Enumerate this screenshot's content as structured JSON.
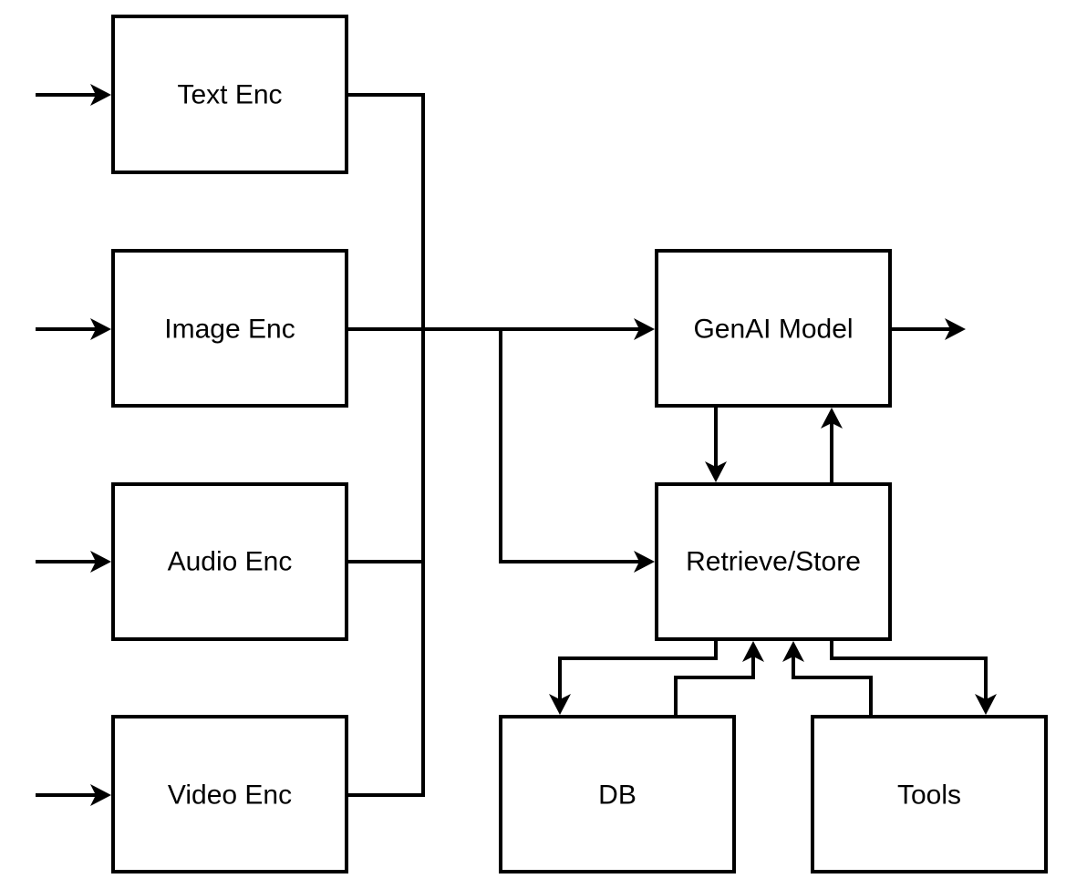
{
  "nodes": {
    "text_enc": "Text Enc",
    "image_enc": "Image Enc",
    "audio_enc": "Audio Enc",
    "video_enc": "Video Enc",
    "genai_model": "GenAI Model",
    "retrieve_store": "Retrieve/Store",
    "db": "DB",
    "tools": "Tools"
  },
  "colors": {
    "stroke": "#000000",
    "fill": "#ffffff"
  }
}
